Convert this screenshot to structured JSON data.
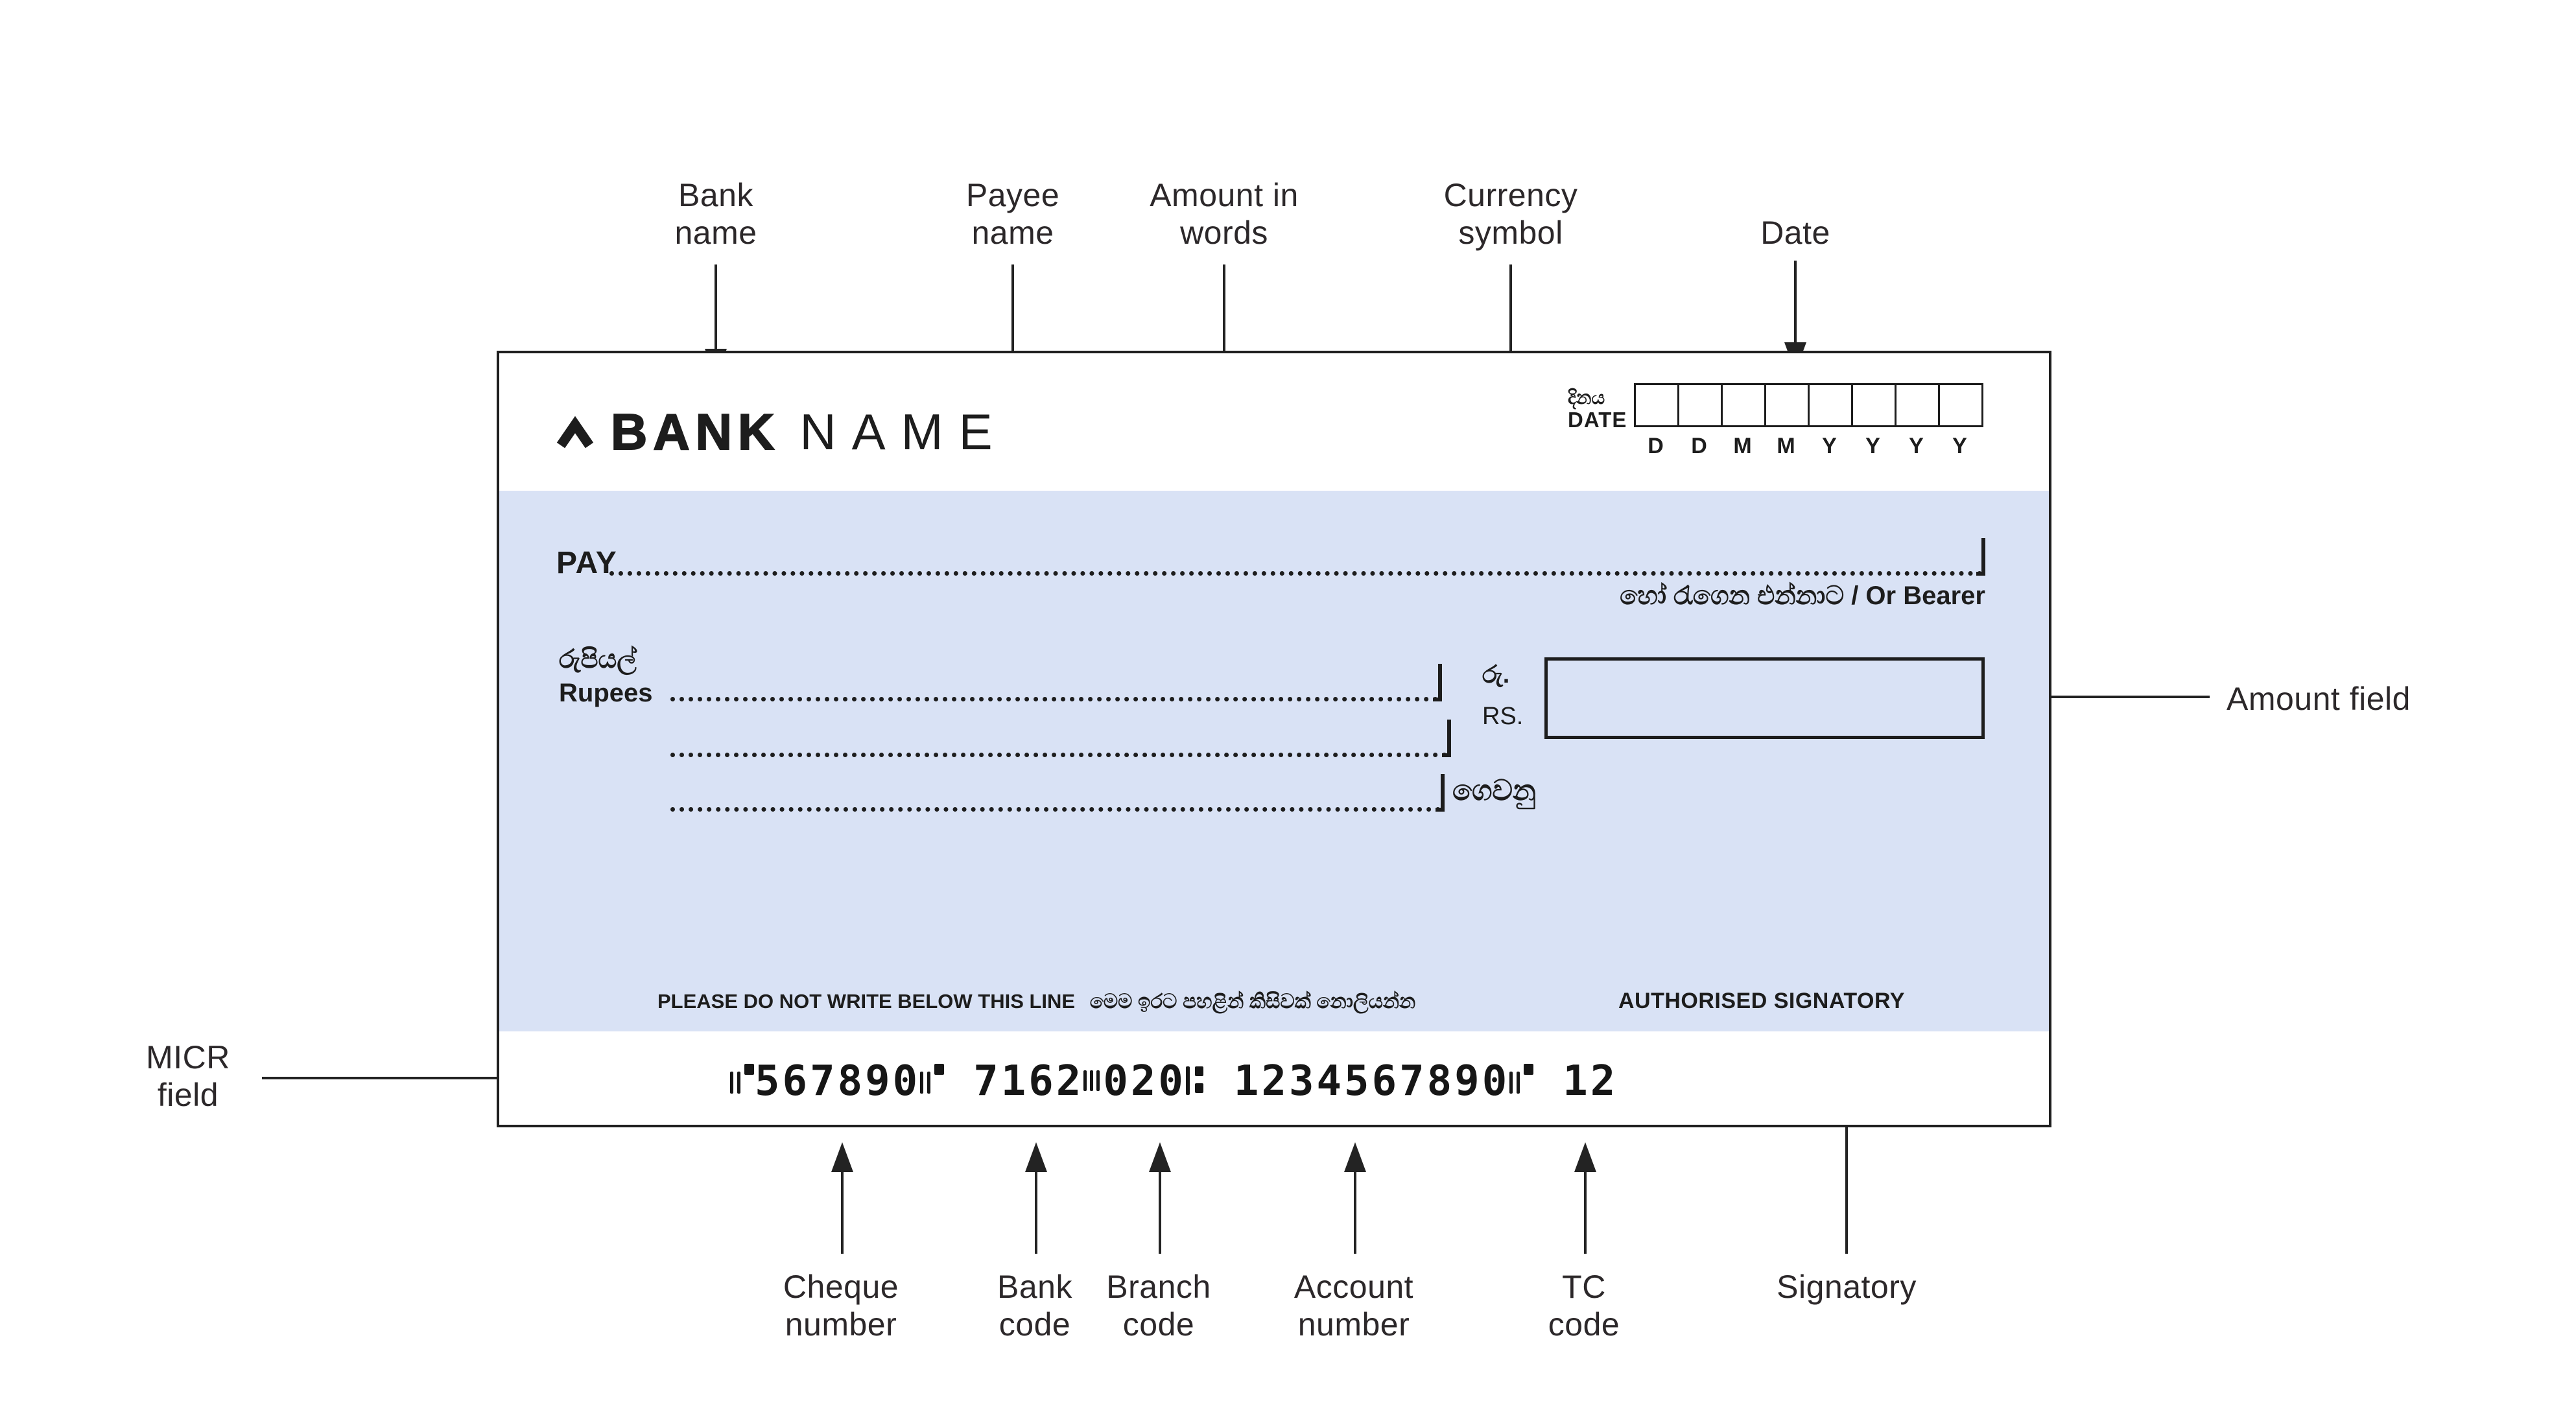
{
  "colors": {
    "panel_blue": "#d9e2f5",
    "ink": "#1d1d1d",
    "label_text": "#2c282a",
    "arrow": "#232323"
  },
  "callouts": {
    "bank_name": "Bank\nname",
    "payee_name": "Payee\nname",
    "amount_in_words": "Amount in\nwords",
    "currency_symbol": "Currency\nsymbol",
    "date": "Date",
    "amount_field": "Amount field",
    "micr_field": "MICR\nfield",
    "cheque_number": "Cheque\nnumber",
    "bank_code": "Bank\ncode",
    "branch_code": "Branch\ncode",
    "account_number": "Account\nnumber",
    "tc_code": "TC\ncode",
    "signatory": "Signatory"
  },
  "cheque": {
    "logo": {
      "bold": "BANK",
      "light": "NAME"
    },
    "date": {
      "label_sinhala": "දිනය",
      "label_english": "DATE",
      "letters": [
        "D",
        "D",
        "M",
        "M",
        "Y",
        "Y",
        "Y",
        "Y"
      ]
    },
    "pay_label": "PAY",
    "or_bearer": "හෝ රැගෙන එන්නාට / Or Bearer",
    "rupees_sinhala": "රුපියල්",
    "rupees_english": "Rupees",
    "currency_sinhala": "රු.",
    "currency_english": "RS.",
    "pay_sinhala": "ගෙවනු",
    "warning_english": "PLEASE DO NOT WRITE BELOW THIS LINE",
    "warning_sinhala": "මෙම ඉරට පහළින් කිසිවක් නොලියන්න",
    "authorised_signatory": "AUTHORISED SIGNATORY",
    "micr": {
      "cheque_number": "567890",
      "bank_code": "7162",
      "branch_code": "020",
      "account_number": "1234567890",
      "tc_code": "12"
    }
  }
}
